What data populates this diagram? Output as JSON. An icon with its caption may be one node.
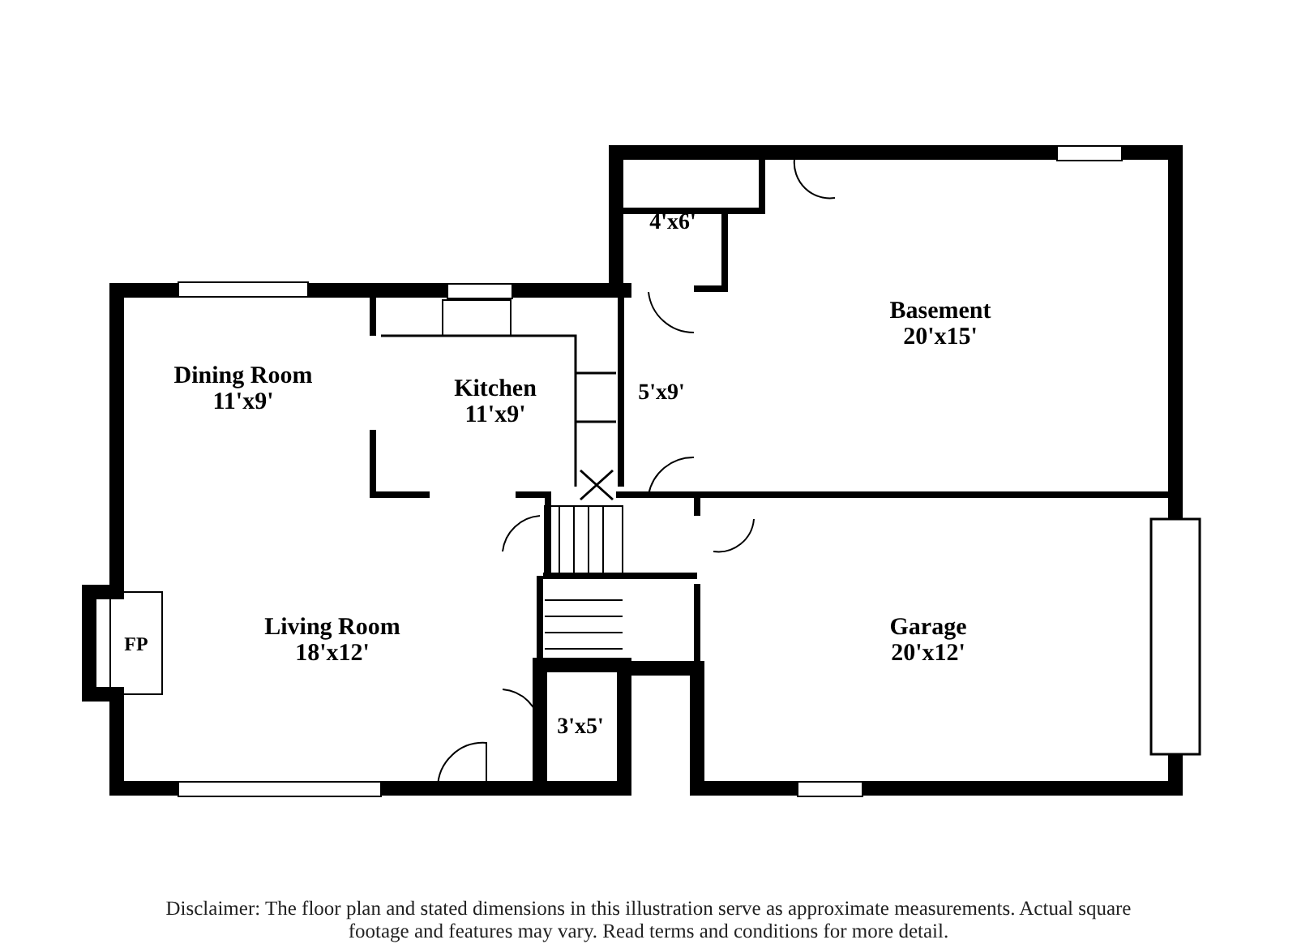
{
  "diagram": {
    "caption": "Disclaimer: The floor plan and stated dimensions in this illustration serve as approximate measurements. Actual square footage and features may vary. Read terms and conditions for more detail.",
    "nodes": [
      {
        "text": [
          "Dining Room",
          "11'x9'"
        ]
      },
      {
        "text": [
          "Kitchen",
          "11'x9'"
        ]
      },
      {
        "text": [
          "4'x6'"
        ]
      },
      {
        "text": [
          "Basement",
          "20'x15'"
        ]
      },
      {
        "text": [
          "5'x9'"
        ]
      },
      {
        "text": [
          "FP"
        ]
      },
      {
        "text": [
          "Living Room",
          "18'x12'"
        ]
      },
      {
        "text": [
          "Garage",
          "20'x12'"
        ]
      },
      {
        "text": [
          "3'x5'"
        ]
      }
    ]
  }
}
